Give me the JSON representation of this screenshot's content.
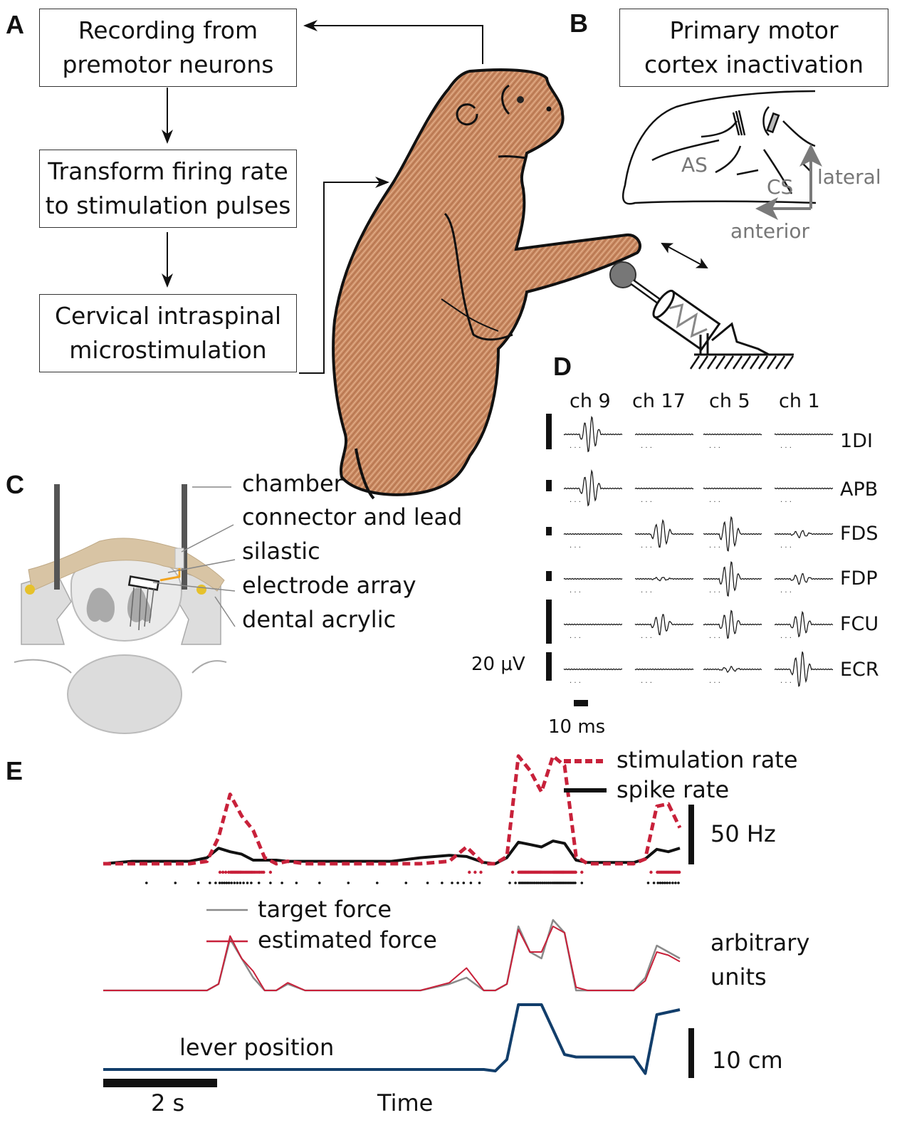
{
  "panels": {
    "A": {
      "label": "A",
      "boxes": [
        {
          "line1": "Recording from",
          "line2": "premotor neurons"
        },
        {
          "line1": "Transform firing rate",
          "line2": "to stimulation pulses"
        },
        {
          "line1": "Cervical intraspinal",
          "line2": "microstimulation"
        }
      ]
    },
    "B": {
      "label": "B",
      "box": {
        "line1": "Primary motor",
        "line2": "cortex inactivation"
      },
      "sulci": [
        "AS",
        "CS"
      ],
      "axes": {
        "vertical": "lateral",
        "horizontal": "anterior"
      }
    },
    "C": {
      "label": "C",
      "callouts": [
        "chamber",
        "connector and lead",
        "silastic",
        "electrode array",
        "dental acrylic"
      ]
    },
    "D": {
      "label": "D",
      "channels": [
        "ch 9",
        "ch 17",
        "ch 5",
        "ch 1"
      ],
      "muscles": [
        "1DI",
        "APB",
        "FDS",
        "FDP",
        "FCU",
        "ECR"
      ],
      "scale_voltage": "20 μV",
      "scale_time": "10 ms",
      "response_amplitudes": [
        [
          1.0,
          0.0,
          0.0,
          0.0
        ],
        [
          1.0,
          0.0,
          0.0,
          0.0
        ],
        [
          0.0,
          0.8,
          1.0,
          0.2
        ],
        [
          0.0,
          0.1,
          1.0,
          0.3
        ],
        [
          0.0,
          0.6,
          0.8,
          0.7
        ],
        [
          0.0,
          0.0,
          0.15,
          1.0
        ]
      ]
    },
    "E": {
      "label": "E",
      "legend_rates": [
        {
          "name": "stimulation rate",
          "style": "dashed",
          "color": "#c8213a"
        },
        {
          "name": "spike rate",
          "style": "solid",
          "color": "#000000"
        }
      ],
      "legend_force": [
        {
          "name": "target force",
          "color": "#8a8a8a"
        },
        {
          "name": "estimated force",
          "color": "#c8213a"
        }
      ],
      "scale_rate": "50 Hz",
      "scale_force": "arbitrary units",
      "scale_position": "10 cm",
      "lever_label": "lever position",
      "scale_time": "2 s",
      "xlabel": "Time",
      "lever_color": "#123e6b"
    }
  },
  "chart_data": {
    "type": "line",
    "title": "",
    "xlabel": "Time",
    "x_units": "s",
    "xlim": [
      0,
      10
    ],
    "x": [
      0,
      0.5,
      1,
      1.5,
      1.8,
      2.0,
      2.2,
      2.4,
      2.6,
      2.8,
      3.0,
      3.2,
      3.5,
      4,
      4.5,
      5,
      5.5,
      6,
      6.3,
      6.6,
      6.8,
      7.0,
      7.2,
      7.4,
      7.6,
      7.8,
      8.0,
      8.2,
      8.4,
      8.6,
      8.8,
      9.0,
      9.2,
      9.4,
      9.6,
      9.8,
      10
    ],
    "series": [
      {
        "name": "stimulation rate",
        "units": "Hz",
        "values": [
          0,
          0,
          0,
          0,
          2,
          22,
          58,
          40,
          28,
          5,
          0,
          2,
          0,
          0,
          0,
          0,
          0,
          2,
          14,
          0,
          0,
          6,
          90,
          78,
          60,
          90,
          82,
          6,
          0,
          0,
          0,
          0,
          0,
          4,
          48,
          50,
          30
        ]
      },
      {
        "name": "spike rate",
        "units": "Hz",
        "values": [
          0,
          2,
          2,
          2,
          5,
          13,
          10,
          8,
          3,
          3,
          3,
          2,
          2,
          2,
          2,
          2,
          5,
          7,
          6,
          1,
          0,
          5,
          18,
          16,
          14,
          19,
          17,
          3,
          1,
          1,
          1,
          1,
          1,
          4,
          12,
          10,
          13
        ]
      },
      {
        "name": "target force",
        "units": "arbitrary",
        "values": [
          0,
          0,
          0,
          0,
          0,
          0.1,
          0.8,
          0.5,
          0.2,
          0,
          0,
          0.1,
          0,
          0,
          0,
          0,
          0,
          0.1,
          0.2,
          0,
          0,
          0.1,
          1.0,
          0.6,
          0.5,
          1.1,
          0.9,
          0,
          0,
          0,
          0,
          0,
          0,
          0.2,
          0.7,
          0.6,
          0.5
        ]
      },
      {
        "name": "estimated force",
        "units": "arbitrary",
        "values": [
          0,
          0,
          0,
          0,
          0,
          0.1,
          0.85,
          0.5,
          0.3,
          0,
          0,
          0.12,
          0,
          0,
          0,
          0,
          0,
          0.12,
          0.35,
          0,
          0,
          0.1,
          0.95,
          0.6,
          0.6,
          1.0,
          0.9,
          0.05,
          0,
          0,
          0,
          0,
          0,
          0.15,
          0.6,
          0.55,
          0.45
        ]
      },
      {
        "name": "lever position",
        "units": "cm",
        "values": [
          0,
          0,
          0,
          0,
          0,
          0,
          0,
          0,
          0,
          0,
          0,
          0,
          0,
          0,
          0,
          0,
          0,
          0,
          0,
          0,
          -0.3,
          2,
          13,
          13,
          13,
          8,
          3,
          2.5,
          2.5,
          2.5,
          2.5,
          2.5,
          2.5,
          -0.8,
          11,
          11.5,
          12
        ]
      }
    ],
    "spike_raster_note": "black tick marks = recorded spikes; red tick marks = stimulation pulses",
    "scale_bars": {
      "rate": "50 Hz",
      "position": "10 cm",
      "time": "2 s"
    }
  }
}
